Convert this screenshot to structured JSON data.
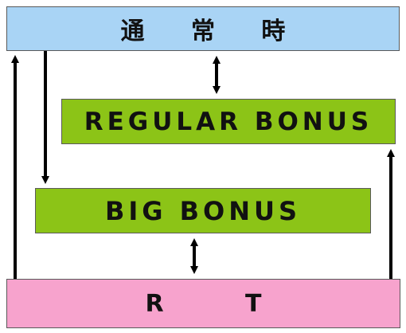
{
  "boxes": {
    "normal": {
      "label": "通 常 時",
      "color": "#a9d4f5"
    },
    "regular_bonus": {
      "label": "REGULAR BONUS",
      "color": "#8cc417"
    },
    "big_bonus": {
      "label": "BIG BONUS",
      "color": "#8cc417"
    },
    "rt": {
      "label": "R T",
      "color": "#f7a3cd"
    }
  },
  "arrow_color": "#000000"
}
